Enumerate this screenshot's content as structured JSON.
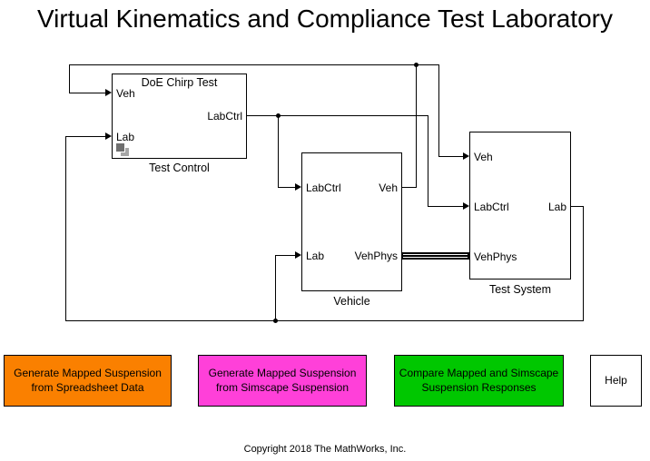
{
  "title": "Virtual Kinematics and Compliance Test Laboratory",
  "blocks": {
    "test_control": {
      "heading": "DoE Chirp Test",
      "label": "Test Control",
      "ports": {
        "veh": "Veh",
        "lab": "Lab",
        "labctrl": "LabCtrl"
      }
    },
    "vehicle": {
      "label": "Vehicle",
      "ports": {
        "labctrl": "LabCtrl",
        "lab": "Lab",
        "veh": "Veh",
        "vehphys": "VehPhys"
      }
    },
    "test_system": {
      "label": "Test System",
      "ports": {
        "veh": "Veh",
        "labctrl": "LabCtrl",
        "vehphys": "VehPhys",
        "lab": "Lab"
      }
    }
  },
  "buttons": {
    "generate_spreadsheet": {
      "label": "Generate Mapped Suspension\nfrom Spreadsheet Data",
      "color": "#FA8000"
    },
    "generate_simscape": {
      "label": "Generate Mapped Suspension\nfrom Simscape Suspension",
      "color": "#FF40D9"
    },
    "compare": {
      "label": "Compare Mapped and Simscape\nSuspension Responses",
      "color": "#00C700"
    },
    "help": {
      "label": "Help",
      "color": "#FFFFFF"
    }
  },
  "footer": {
    "copyright": "Copyright 2018 The MathWorks, Inc."
  },
  "colors": {
    "wire": "#000000",
    "background": "#FFFFFF"
  }
}
